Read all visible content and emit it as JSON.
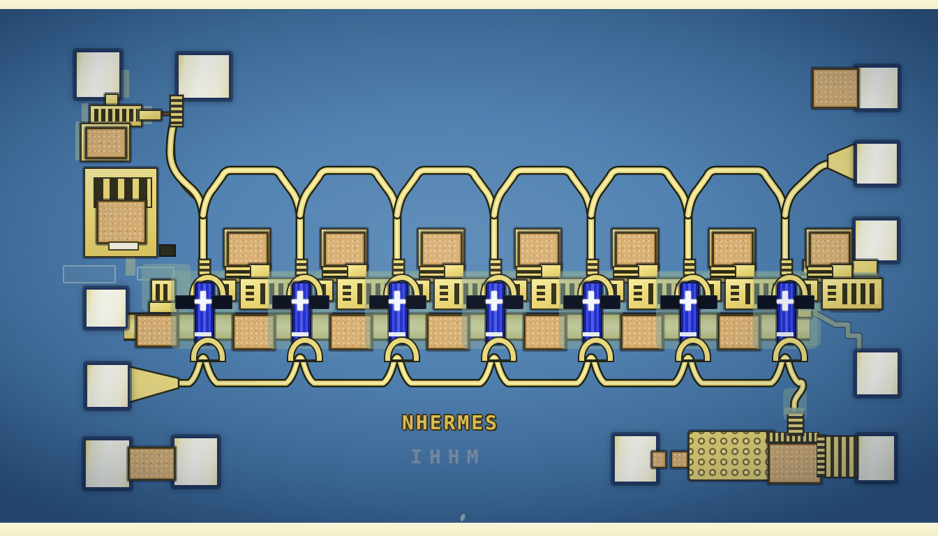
{
  "die_markings": {
    "primary": "NHERMES",
    "secondary": "IHHM"
  },
  "device": {
    "gain_stage_count": 7,
    "bond_pad_count": 12,
    "mid_line_capacitor_count": 7
  },
  "colors": {
    "substrate_blue": "#4d7dac",
    "metal_gold": "#ecd977",
    "bond_pad_white": "#fdfcf0",
    "capacitor_tan": "#d7af72",
    "transistor_blue": "#2130c4",
    "frame_cream": "#f4efc9",
    "marking_gold": "#e5c654",
    "marking_gray": "#8595a8"
  }
}
